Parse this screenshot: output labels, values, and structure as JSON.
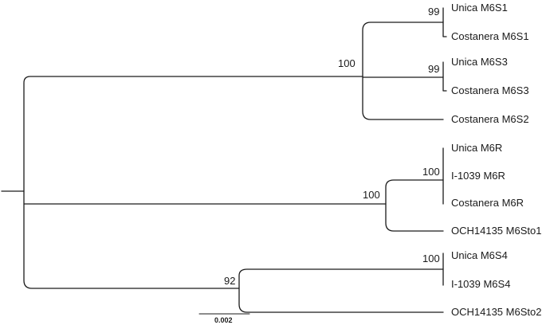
{
  "tree": {
    "leaves": [
      {
        "id": "l1",
        "label": "Unica M6S1"
      },
      {
        "id": "l2",
        "label": "Costanera M6S1"
      },
      {
        "id": "l3",
        "label": "Unica M6S3"
      },
      {
        "id": "l4",
        "label": "Costanera M6S3"
      },
      {
        "id": "l5",
        "label": "Costanera M6S2"
      },
      {
        "id": "l6",
        "label": "Unica M6R"
      },
      {
        "id": "l7",
        "label": "I-1039 M6R"
      },
      {
        "id": "l8",
        "label": "Costanera M6R"
      },
      {
        "id": "l9",
        "label": "OCH14135 M6Sto1"
      },
      {
        "id": "l10",
        "label": "Unica M6S4"
      },
      {
        "id": "l11",
        "label": "I-1039 M6S4"
      },
      {
        "id": "l12",
        "label": "OCH14135 M6Sto2"
      }
    ],
    "support_values": [
      {
        "id": "b1",
        "value": "99"
      },
      {
        "id": "b2",
        "value": "100"
      },
      {
        "id": "b3",
        "value": "99"
      },
      {
        "id": "b4",
        "value": "100"
      },
      {
        "id": "b5",
        "value": "100"
      },
      {
        "id": "b6",
        "value": "92"
      },
      {
        "id": "b7",
        "value": "100"
      }
    ],
    "scale_bar": {
      "label": "0.002",
      "length": 0.002
    }
  }
}
